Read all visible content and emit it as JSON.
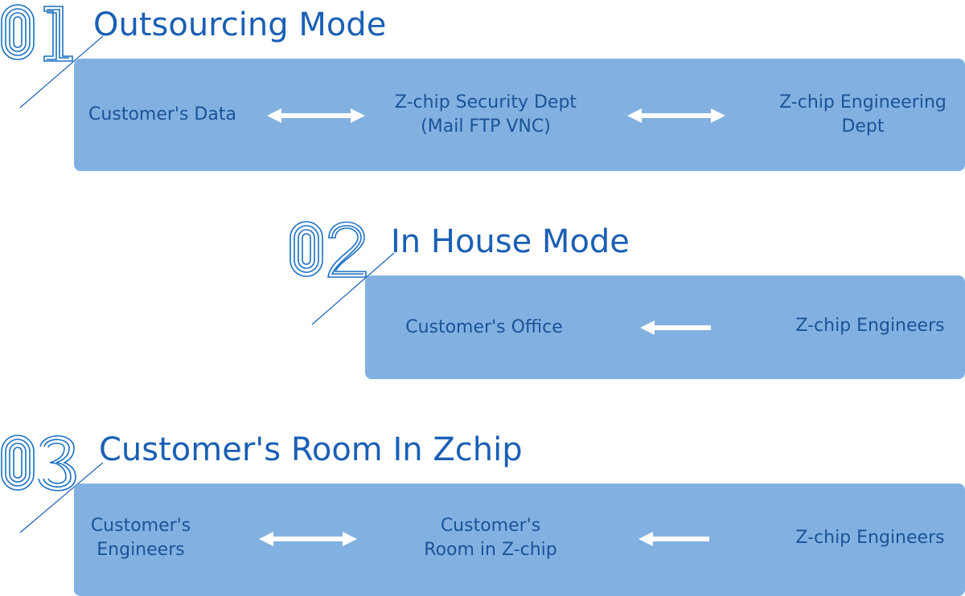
{
  "colors": {
    "title": "#1a5fb4",
    "panel": "#82b1e1",
    "node_text": "#1a5397",
    "arrow": "#ffffff",
    "numeral_stroke": "#1a6fc4"
  },
  "sections": [
    {
      "number": "01",
      "title": "Outsourcing Mode",
      "nodes": [
        {
          "lines": [
            "Customer's Data"
          ]
        },
        {
          "lines": [
            "Z-chip Security Dept",
            "(Mail FTP VNC)"
          ]
        },
        {
          "lines": [
            "Z-chip Engineering",
            "Dept"
          ]
        }
      ],
      "arrows": [
        "double",
        "double"
      ]
    },
    {
      "number": "02",
      "title": "In House Mode",
      "nodes": [
        {
          "lines": [
            "Customer's Office"
          ]
        },
        {
          "lines": [
            "Z-chip Engineers"
          ]
        }
      ],
      "arrows": [
        "left"
      ]
    },
    {
      "number": "03",
      "title": "Customer's Room In Zchip",
      "nodes": [
        {
          "lines": [
            "Customer's",
            "Engineers"
          ]
        },
        {
          "lines": [
            "Customer's",
            "Room in Z-chip"
          ]
        },
        {
          "lines": [
            "Z-chip Engineers"
          ]
        }
      ],
      "arrows": [
        "double",
        "left"
      ]
    }
  ]
}
